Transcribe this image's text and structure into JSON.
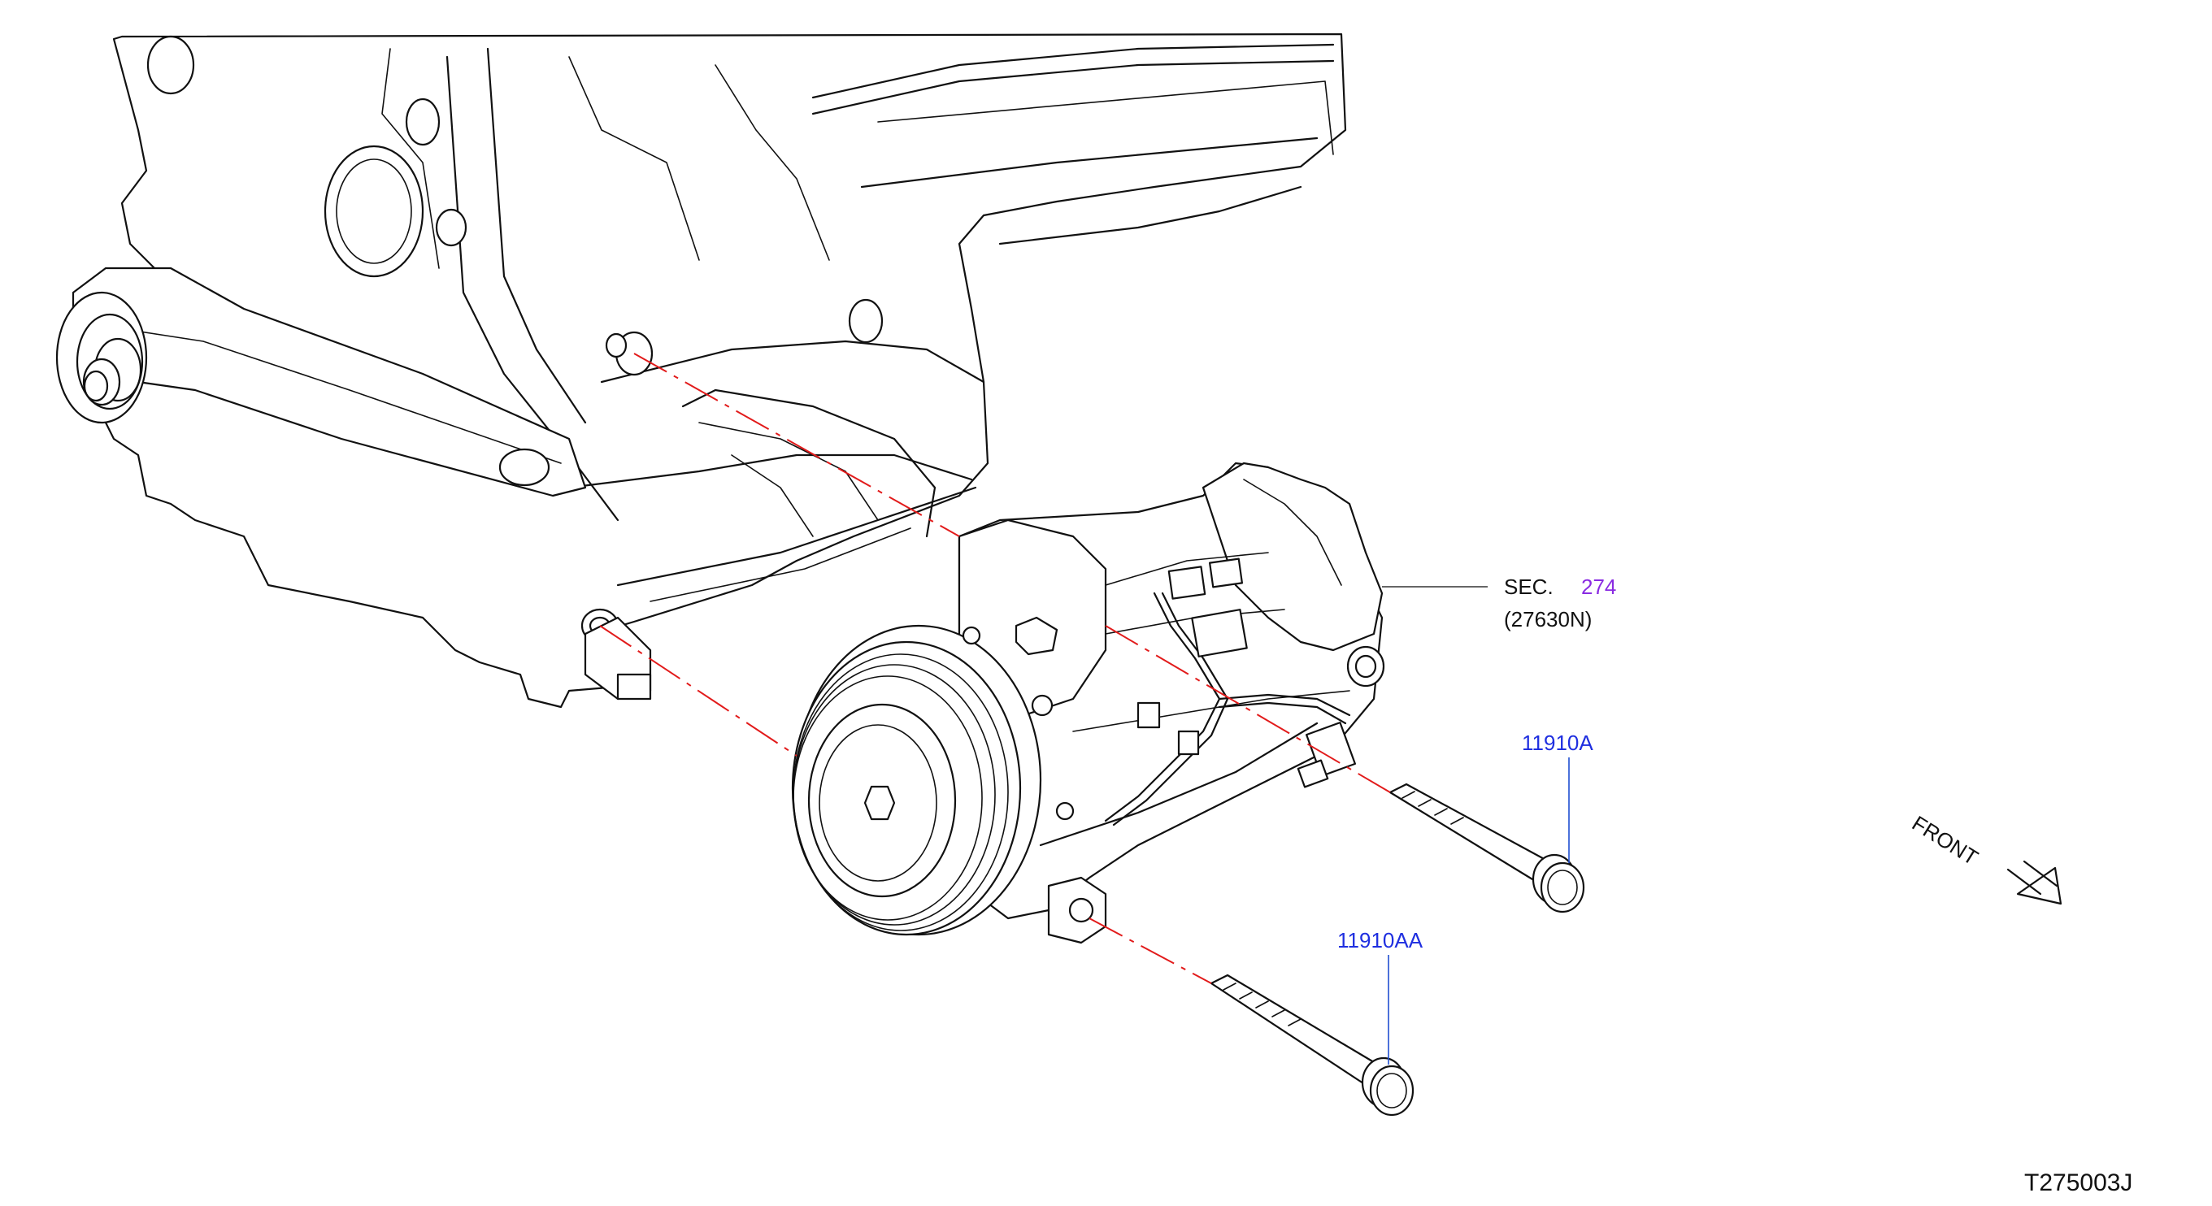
{
  "diagram": {
    "section_label": {
      "prefix": "SEC.",
      "number": "274",
      "sub": "(27630N)",
      "number_color": "#8a2be2"
    },
    "callouts": [
      {
        "id": "bolt-upper",
        "text": "11910A",
        "color": "#1f2fe0"
      },
      {
        "id": "bolt-lower",
        "text": "11910AA",
        "color": "#1f2fe0"
      }
    ],
    "front_label": "FRONT",
    "drawing_code": "T275003J",
    "colors": {
      "line": "#111111",
      "centerline": "#e21b1b",
      "link": "#1f2fe0"
    }
  }
}
